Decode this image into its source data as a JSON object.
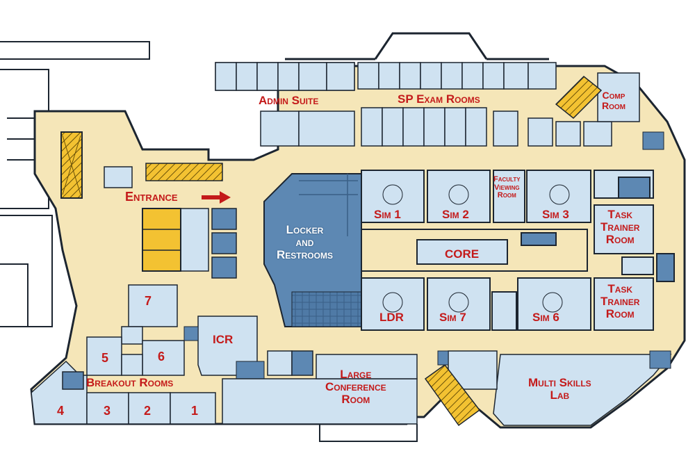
{
  "floorplan": {
    "colors": {
      "corridor": "#f5e6b8",
      "room": "#cfe2f1",
      "room_dark": "#5d88b3",
      "stair": "#f3c232",
      "wall": "#1c2530",
      "label_red": "#c41a1a"
    },
    "labels": {
      "admin_suite": "Admin Suite",
      "sp_exam_rooms": "SP Exam Rooms",
      "comp_room": "Comp\nRoom",
      "entrance": "Entrance",
      "faculty_viewing_room": "Faculty\nViewing\nRoom",
      "sim1": "Sim 1",
      "sim2": "Sim 2",
      "sim3": "Sim 3",
      "task_trainer_room_1": "Task\nTrainer\nRoom",
      "task_trainer_room_2": "Task\nTrainer\nRoom",
      "locker_restrooms": "Locker\nand\nRestrooms",
      "core": "CORE",
      "ldr": "LDR",
      "sim7": "Sim 7",
      "sim6": "Sim 6",
      "icr": "ICR",
      "breakout_rooms": "Breakout Rooms",
      "large_conference_room": "Large\nConference\nRoom",
      "multi_skills_lab": "Multi Skills\nLab",
      "room_1": "1",
      "room_2": "2",
      "room_3": "3",
      "room_4": "4",
      "room_5": "5",
      "room_6": "6",
      "room_7": "7"
    },
    "icons": {
      "entrance_arrow": "arrow-right-icon"
    }
  }
}
